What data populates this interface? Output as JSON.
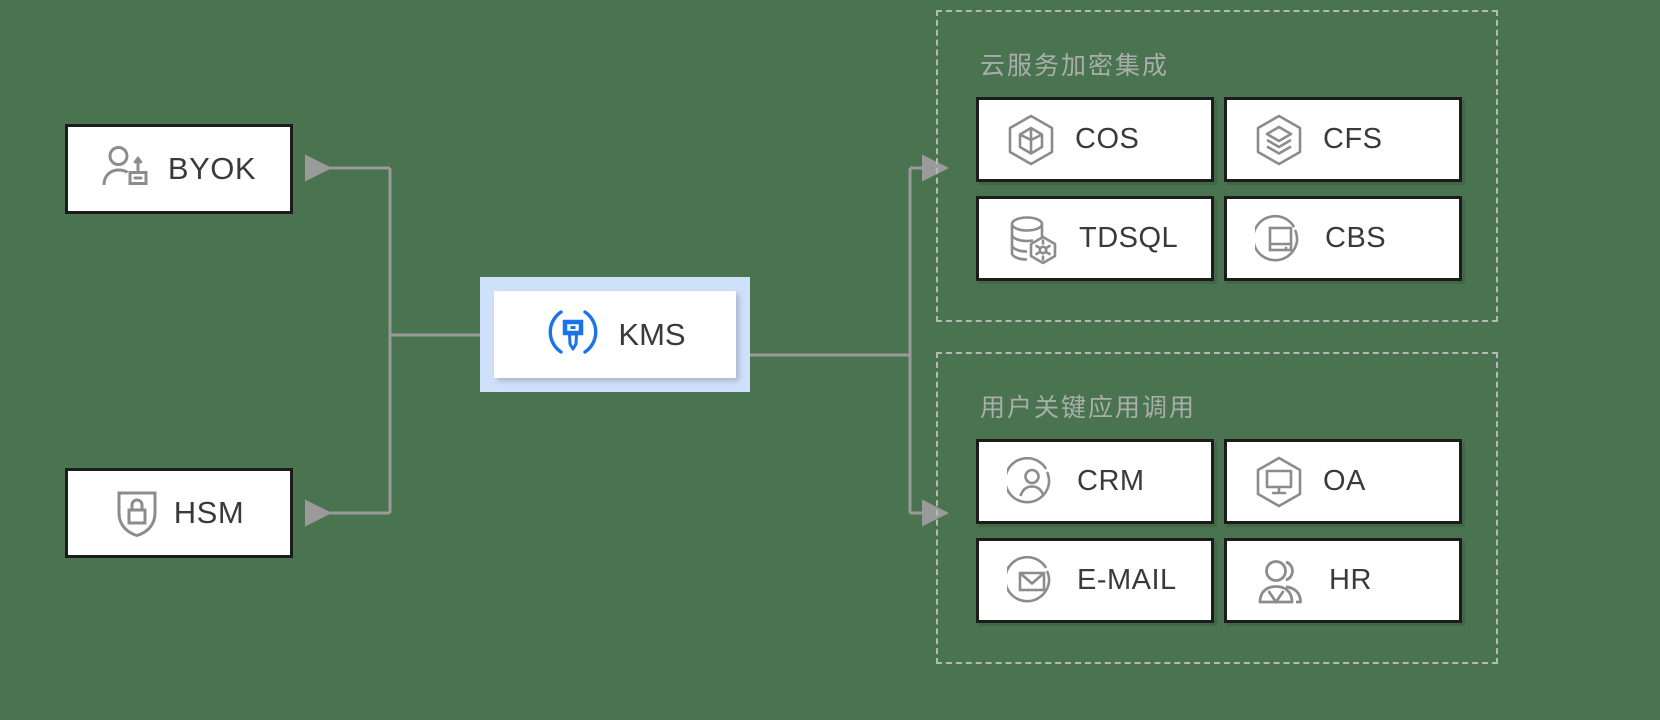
{
  "diagram": {
    "background_color": "#4a7350",
    "accent_color": "#1a73e8",
    "kms_frame_color": "#cfe0fb",
    "connector_color": "#9a9a9a",
    "group_border_color": "#b4b9b6",
    "icon_gray": "#8c8c8c",
    "box_border_color": "#1c1c1c",
    "text_color": "#3a3a3a"
  },
  "center": {
    "node": {
      "label": "KMS",
      "icon": "key-icon"
    }
  },
  "left_nodes": [
    {
      "label": "BYOK",
      "icon": "user-key-icon"
    },
    {
      "label": "HSM",
      "icon": "shield-lock-icon"
    }
  ],
  "groups": [
    {
      "title": "云服务加密集成",
      "items": [
        {
          "label": "COS",
          "icon": "hexagon-cube-icon"
        },
        {
          "label": "CFS",
          "icon": "hexagon-layers-icon"
        },
        {
          "label": "TDSQL",
          "icon": "database-gear-icon"
        },
        {
          "label": "CBS",
          "icon": "circle-disk-icon"
        }
      ]
    },
    {
      "title": "用户关键应用调用",
      "items": [
        {
          "label": "CRM",
          "icon": "circle-user-icon"
        },
        {
          "label": "OA",
          "icon": "hexagon-monitor-icon"
        },
        {
          "label": "E-MAIL",
          "icon": "circle-envelope-icon"
        },
        {
          "label": "HR",
          "icon": "people-group-icon"
        }
      ]
    }
  ]
}
